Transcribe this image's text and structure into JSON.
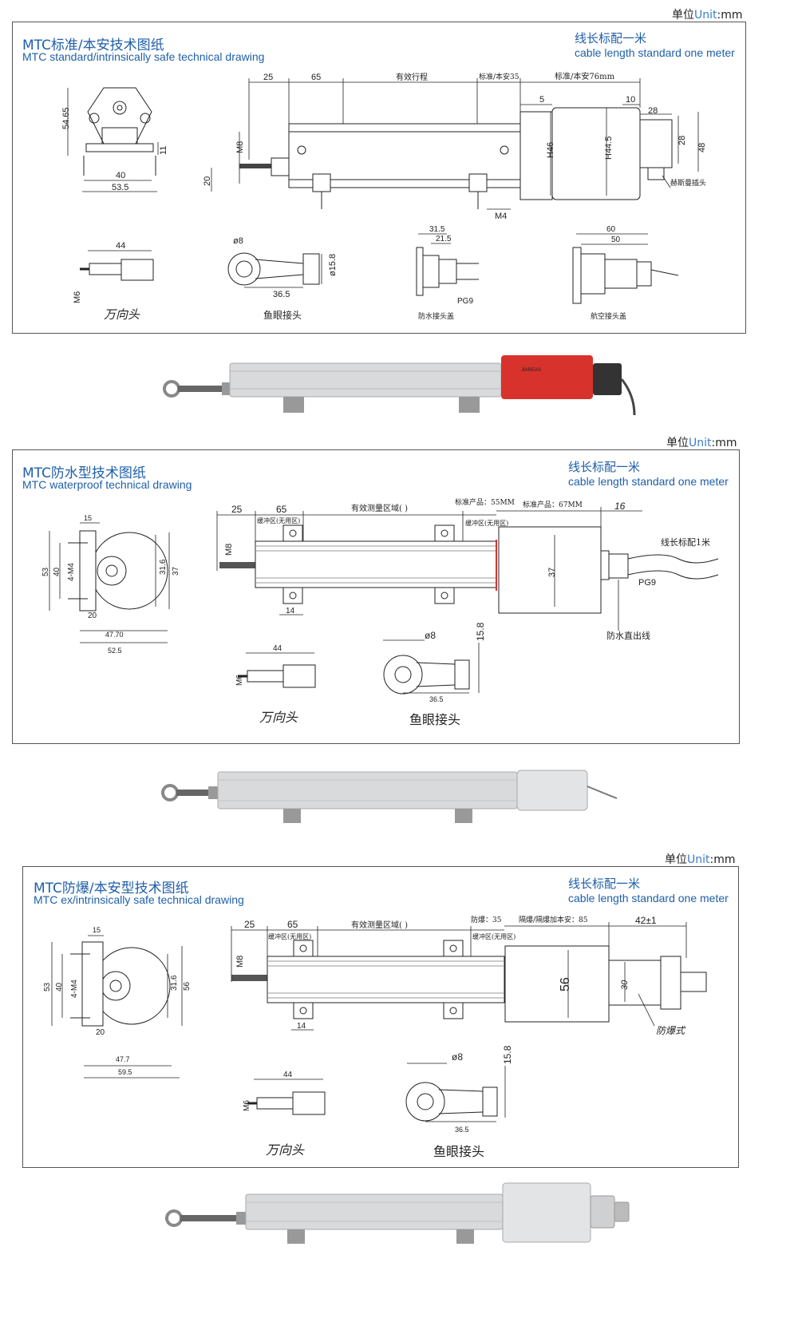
{
  "unit_label": {
    "cn": "单位",
    "en": "Unit",
    "suffix": ":mm"
  },
  "sections": [
    {
      "title_cn": "MTC标准/本安技术图纸",
      "title_en": "MTC standard/intrinsically safe technical drawing",
      "cable_cn": "线长标配一米",
      "cable_en": "cable length standard one meter",
      "dims": {
        "d25": "25",
        "d65": "65",
        "stroke": "有效行程",
        "std35": "标准/本安35",
        "std76": "标准/本安76mm",
        "d5": "5",
        "d10": "10",
        "d28a": "28",
        "d28b": "28",
        "d48": "48",
        "h46": "H46",
        "h445": "H44.5",
        "m8": "M8",
        "d20": "20",
        "m4": "M4",
        "conn": "赫斯曼插头",
        "side_h": "54.65",
        "side_11": "11",
        "side_40": "40",
        "side_535": "53.5"
      },
      "details": {
        "uj_len": "44",
        "uj_m": "M6",
        "uj_label": "万向头",
        "eye_d": "ø8",
        "eye_h": "ø15.8",
        "eye_len": "36.5",
        "eye_label": "鱼眼接头",
        "wp_a": "31.5",
        "wp_b": "21.5",
        "wp_pg": "PG9",
        "wp_label": "防水接头盖",
        "av_a": "60",
        "av_b": "50",
        "av_label": "航空接头盖"
      }
    },
    {
      "title_cn": "MTC防水型技术图纸",
      "title_en": "MTC waterproof technical drawing",
      "cable_cn": "线长标配一米",
      "cable_en": "cable length standard one meter",
      "dims": {
        "d25": "25",
        "d65": "65",
        "buffer1": "缓冲区(无用区)",
        "measure": "有效测量区域(        )",
        "std55": "标准产品：55MM",
        "std67": "标准产品：67MM",
        "d16": "16",
        "buffer2": "缓冲区(无用区)",
        "m8": "M8",
        "d37": "37",
        "d14": "14",
        "pg9": "PG9",
        "cable1m": "线长标配1米",
        "outlet": "防水直出线",
        "side_15": "15",
        "side_53": "53",
        "side_40": "40",
        "side_m4": "4-M4",
        "side_316": "31.6",
        "side_37": "37",
        "side_20": "20",
        "side_4770": "47.70",
        "side_525": "52.5"
      },
      "details": {
        "uj_len": "44",
        "uj_m": "M6",
        "uj_label": "万向头",
        "eye_d": "ø8",
        "eye_h": "15.8",
        "eye_len": "36.5",
        "eye_label": "鱼眼接头"
      }
    },
    {
      "title_cn": "MTC防爆/本安型技术图纸",
      "title_en": "MTC ex/intrinsically safe technical drawing",
      "cable_cn": "线长标配一米",
      "cable_en": "cable length standard one meter",
      "dims": {
        "d25": "25",
        "d65": "65",
        "buffer1": "缓冲区(无用区)",
        "measure": "有效测量区域(        )",
        "ex35": "防爆：35",
        "ex85": "隔爆/隔爆加本安：85",
        "d42": "42±1",
        "buffer2": "缓冲区(无用区)",
        "m8": "M8",
        "d56": "56",
        "d30": "30",
        "d14": "14",
        "exlabel": "防爆式",
        "side_15": "15",
        "side_53": "53",
        "side_40": "40",
        "side_m4": "4-M4",
        "side_316": "31.6",
        "side_56": "56",
        "side_20": "20",
        "side_477": "47.7",
        "side_595": "59.5"
      },
      "details": {
        "uj_len": "44",
        "uj_m": "M6",
        "uj_label": "万向头",
        "eye_d": "ø8",
        "eye_h": "15.8",
        "eye_len": "36.5",
        "eye_label": "鱼眼接头"
      }
    }
  ],
  "photo1_brand": "JIAREAS",
  "colors": {
    "title": "#1f5fa8",
    "unit_en": "#3b7fc4",
    "sensor_red": "#d8322c",
    "body": "#d9dadc"
  }
}
